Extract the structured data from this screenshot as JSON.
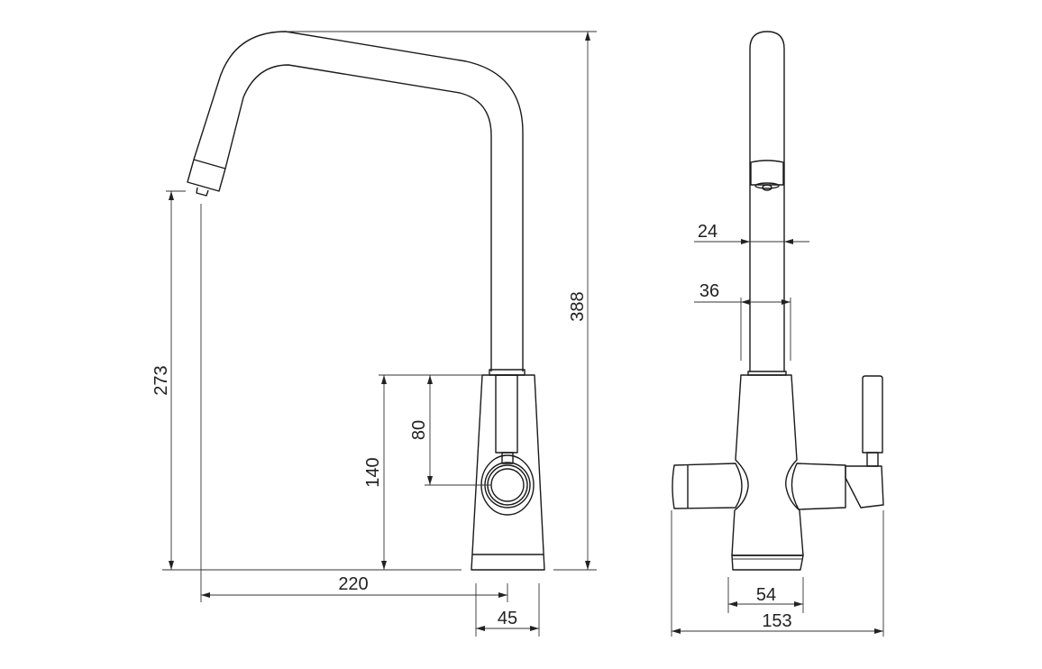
{
  "drawing": {
    "side_view": {
      "dimensions": {
        "total_height": "388",
        "spout_outlet_height": "273",
        "body_height": "140",
        "lever_height": "80",
        "spout_reach": "220",
        "body_depth": "45"
      }
    },
    "front_view": {
      "dimensions": {
        "spout_width": "24",
        "spout_base_width": "36",
        "base_width": "54",
        "total_width": "153"
      }
    }
  }
}
